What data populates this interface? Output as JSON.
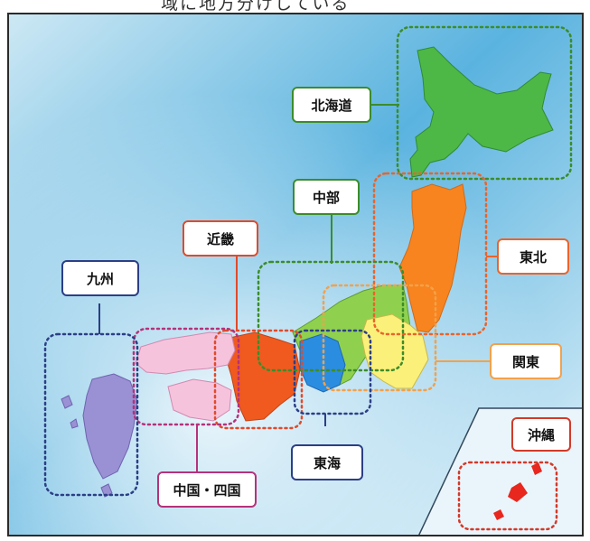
{
  "header": {
    "caption": "域に地方分けしている"
  },
  "regions": {
    "hokkaido": {
      "label": "北海道",
      "color": "#4db846",
      "border": "#3c8c2a"
    },
    "tohoku": {
      "label": "東北",
      "color": "#f7841e",
      "border": "#e9642b"
    },
    "chubu": {
      "label": "中部",
      "color": "#8fd14f",
      "border": "#3c8c2a"
    },
    "kanto": {
      "label": "関東",
      "color": "#fbf07a",
      "border": "#f3a14a"
    },
    "kinki": {
      "label": "近畿",
      "color": "#f05a1f",
      "border": "#e14a2a"
    },
    "tokai": {
      "label": "東海",
      "color": "#2b8de0",
      "border": "#2b3f86"
    },
    "chugoku_shikoku": {
      "label": "中国・四国",
      "color": "#f6c3dc",
      "border": "#b5327a"
    },
    "kyushu": {
      "label": "九州",
      "color": "#9a90d4",
      "border": "#2b3f86"
    },
    "okinawa": {
      "label": "沖縄",
      "color": "#e8271e",
      "border": "#d23a2a"
    }
  }
}
